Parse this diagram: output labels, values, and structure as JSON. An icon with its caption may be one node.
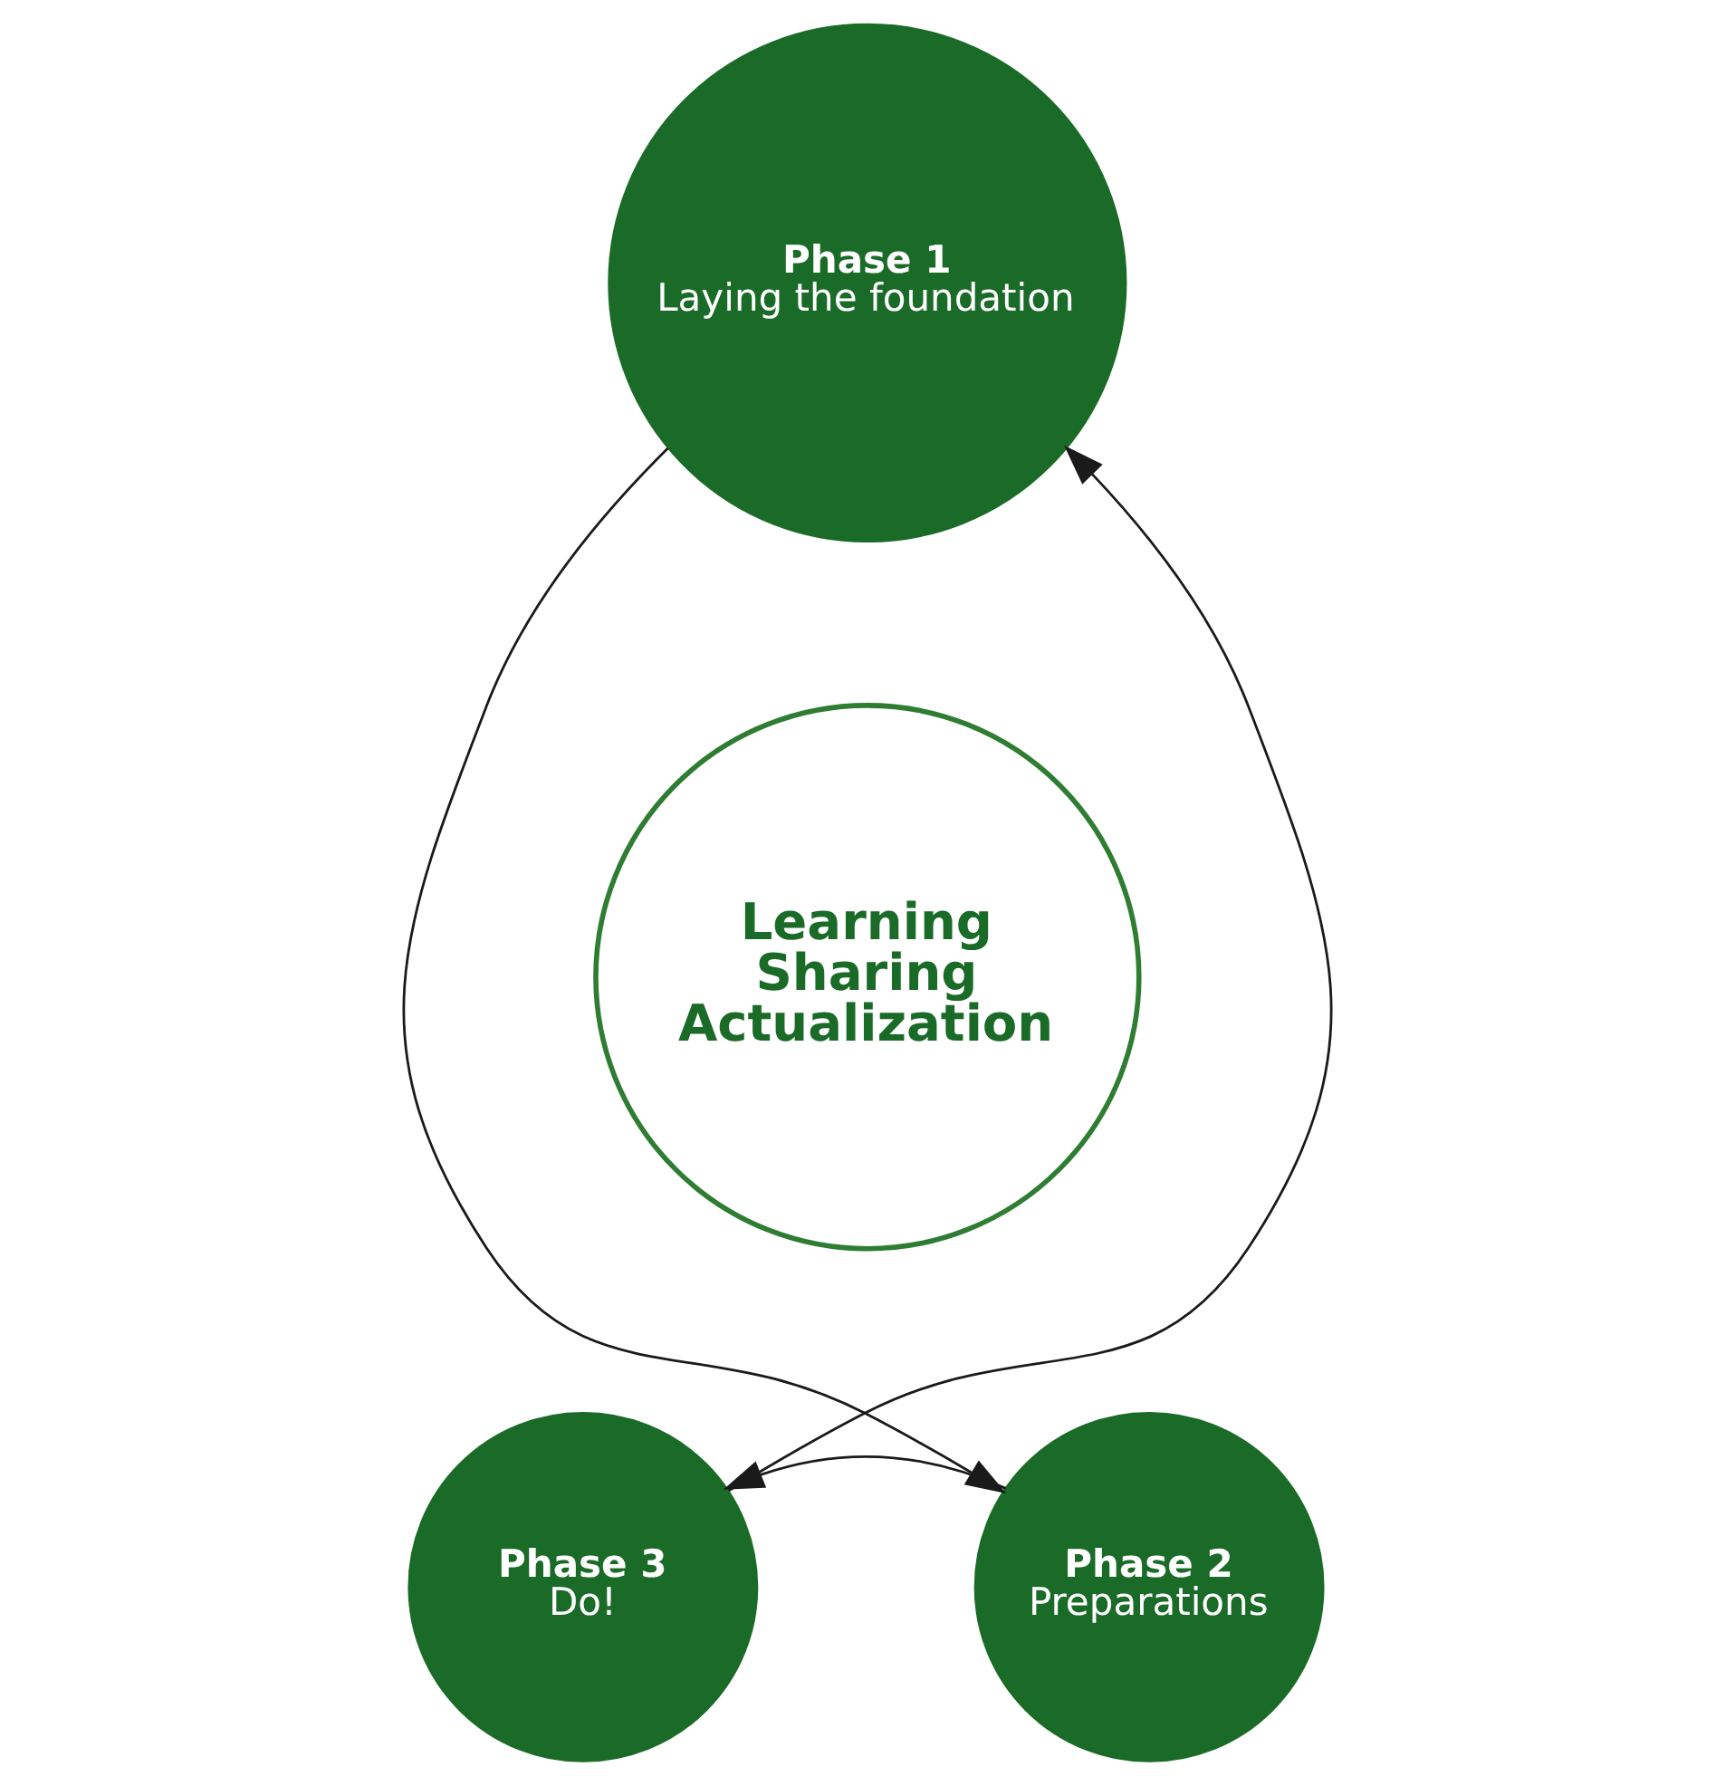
{
  "diagram": {
    "nodes": [
      {
        "text": [
          "Phase 1",
          "Laying the foundation"
        ]
      },
      {
        "text": [
          "Phase 2",
          "Preparations"
        ]
      },
      {
        "text": [
          "Phase 3",
          "Do!"
        ]
      },
      {
        "text": [
          "Learning",
          "Sharing",
          "Actualization"
        ]
      }
    ],
    "edges": [
      {
        "from": 0,
        "to": 1,
        "arrow": "to"
      },
      {
        "from": 1,
        "to": 2,
        "arrow": "to"
      },
      {
        "from": 2,
        "to": 0,
        "arrow": "to"
      }
    ]
  }
}
